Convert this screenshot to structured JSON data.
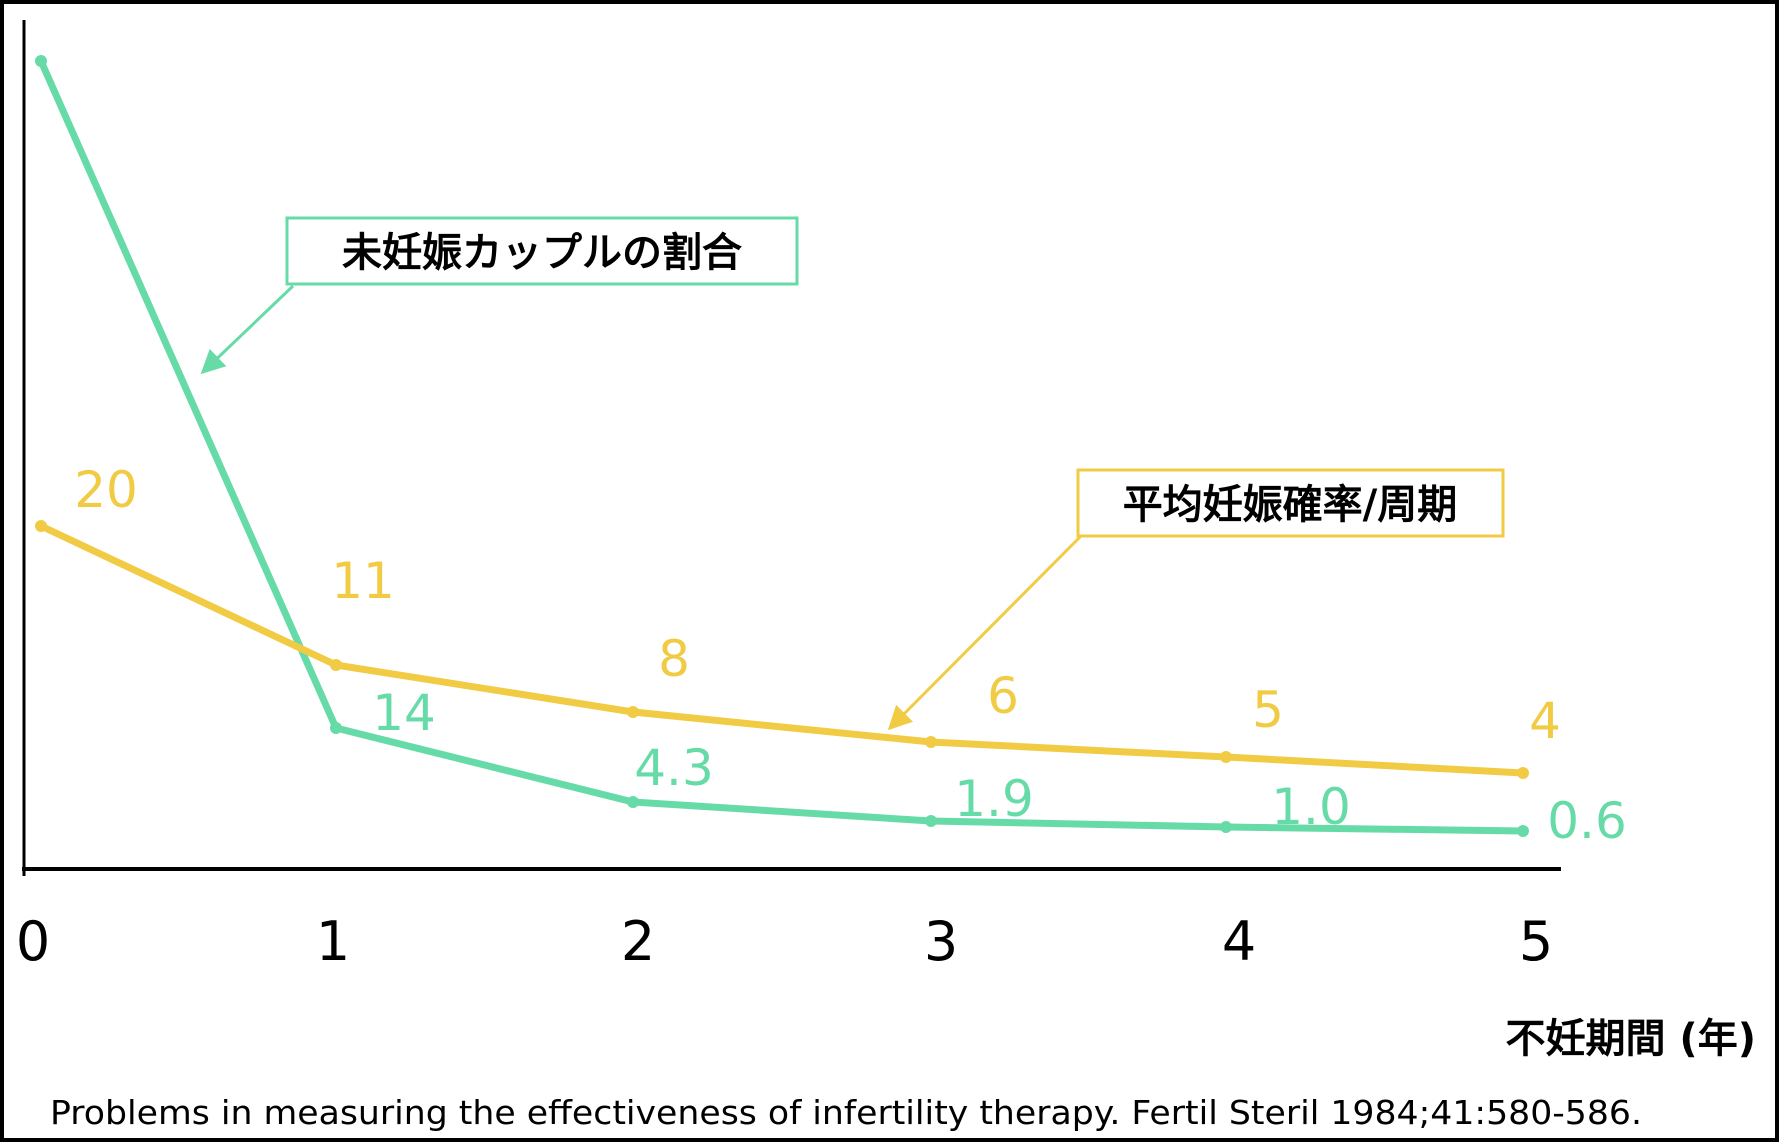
{
  "chart_data": {
    "type": "line",
    "title": "",
    "xlabel": "不妊期間 (年)",
    "ylabel": "",
    "x": [
      0,
      1,
      2,
      3,
      4,
      5
    ],
    "x_tick_labels": [
      "0",
      "1",
      "2",
      "3",
      "4",
      "5"
    ],
    "grid": false,
    "series": [
      {
        "name": "未妊娠カップルの割合",
        "color": "#66DBA8",
        "values": [
          null,
          14,
          4.3,
          1.9,
          1.0,
          0.6
        ],
        "labels": [
          "",
          "14",
          "4.3",
          "1.9",
          "1.0",
          "0.6"
        ]
      },
      {
        "name": "平均妊娠確率/周期",
        "color": "#F2CB45",
        "values": [
          20,
          11,
          8,
          6,
          5,
          4
        ],
        "labels": [
          "20",
          "11",
          "8",
          "6",
          "5",
          "4"
        ]
      }
    ],
    "annotations": [
      "未妊娠カップルの割合",
      "平均妊娠確率/周期"
    ]
  },
  "citation": "Problems in measuring the effectiveness of infertility therapy. Fertil Steril 1984;41:580-586."
}
